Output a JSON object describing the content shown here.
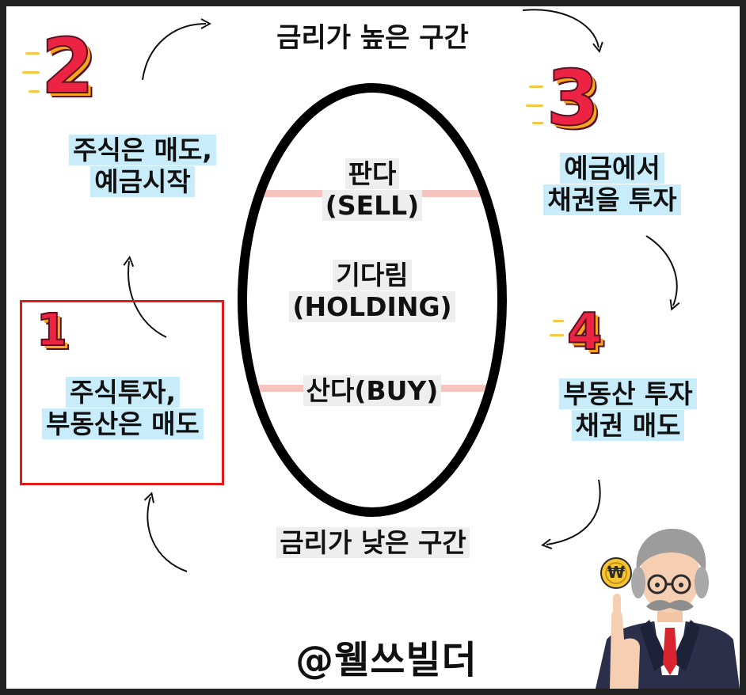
{
  "diagram": {
    "top_label": "금리가 높은 구간",
    "bottom_label": "금리가 낮은 구간",
    "center": {
      "sell": "판다",
      "sell_en": "(SELL)",
      "hold": "기다림",
      "hold_en": "(HOLDING)",
      "buy": "산다(BUY)"
    },
    "steps": [
      {
        "number": "1",
        "line1": "주식투자,",
        "line2": "부동산은 매도"
      },
      {
        "number": "2",
        "line1": "주식은 매도,",
        "line2": "예금시작"
      },
      {
        "number": "3",
        "line1": "예금에서",
        "line2": "채권을 투자"
      },
      {
        "number": "4",
        "line1": "부동산 투자",
        "line2": "채권 매도"
      }
    ],
    "watermark": "@웰쓰빌더",
    "coin_symbol": "₩",
    "colors": {
      "highlight": "#c9ecfb",
      "number_red": "#ec2342",
      "number_orange": "#f6a51c",
      "border_red": "#e01b1b",
      "band_pink": "#f6c5c0"
    }
  }
}
